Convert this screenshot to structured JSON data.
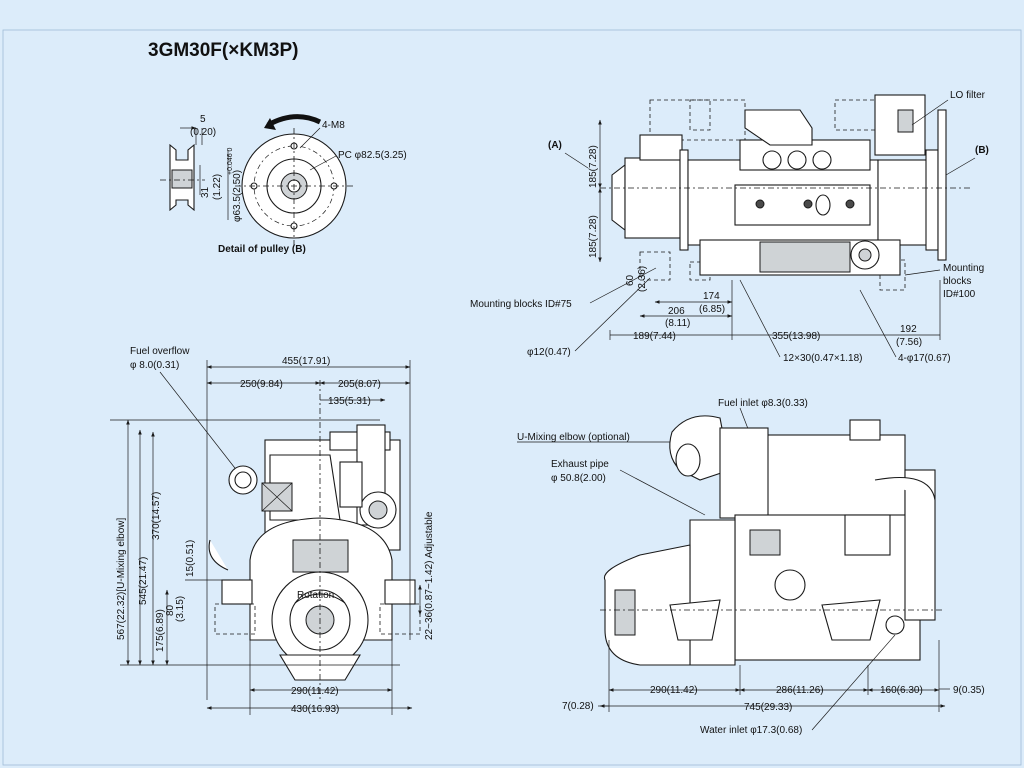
{
  "title": "3GM30F(×KM3P)",
  "pulley_detail": {
    "caption": "Detail of pulley (B)",
    "dim_5": "5",
    "dim_020": "(0.20)",
    "dim_31": "31",
    "dim_122": "(1.22)",
    "dim_635": "φ63.5(2.50)",
    "tolerance": "+0.046  0",
    "bolt_label": "4-M8",
    "pc_label": "PC φ82.5(3.25)"
  },
  "top_view": {
    "label_a": "(A)",
    "label_b": "(B)",
    "lo_filter": "LO filter",
    "mount_right_1": "Mounting",
    "mount_right_2": "blocks",
    "mount_right_3": "ID#100",
    "mount_left": "Mounting blocks ID#75",
    "dim_185a": "185(7.28)",
    "dim_185b": "185(7.28)",
    "dim_60": "60",
    "dim_236": "(2.36)",
    "dim_174": "174",
    "dim_685": "(6.85)",
    "dim_206": "206",
    "dim_811": "(8.11)",
    "dim_189": "189(7.44)",
    "dim_355": "355(13.98)",
    "dim_192": "192",
    "dim_756": "(7.56)",
    "dim_phi12": "φ12(0.47)",
    "dim_slot": "12×30(0.47×1.18)",
    "dim_phi17": "4-φ17(0.67)"
  },
  "front_view": {
    "fuel_overflow": "Fuel overflow",
    "fuel_overflow_dim": "φ 8.0(0.31)",
    "dim_455": "455(17.91)",
    "dim_250": "250(9.84)",
    "dim_205": "205(8.07)",
    "dim_135": "135(5.31)",
    "dim_567": "567(22.32)[U-Mixing elbow]",
    "dim_545": "545(21.47)",
    "dim_370": "370(14.57)",
    "dim_175": "175(6.89)",
    "dim_80": "80",
    "dim_315": "(3.15)",
    "dim_15": "15(0.51)",
    "dim_adj": "22~36(0.87~1.42) Adjustable",
    "rotation": "Rotation",
    "dim_290": "290(11.42)",
    "dim_430": "430(16.93)"
  },
  "side_view": {
    "fuel_inlet": "Fuel inlet  φ8.3(0.33)",
    "u_mixing": "U-Mixing elbow (optional)",
    "exhaust_pipe": "Exhaust pipe",
    "exhaust_dim": "φ 50.8(2.00)",
    "dim_290": "290(11.42)",
    "dim_286": "286(11.26)",
    "dim_160": "160(6.30)",
    "dim_9": "9(0.35)",
    "dim_7": "7(0.28)",
    "dim_745": "745(29.33)",
    "water_inlet": "Water inlet  φ17.3(0.68)"
  }
}
